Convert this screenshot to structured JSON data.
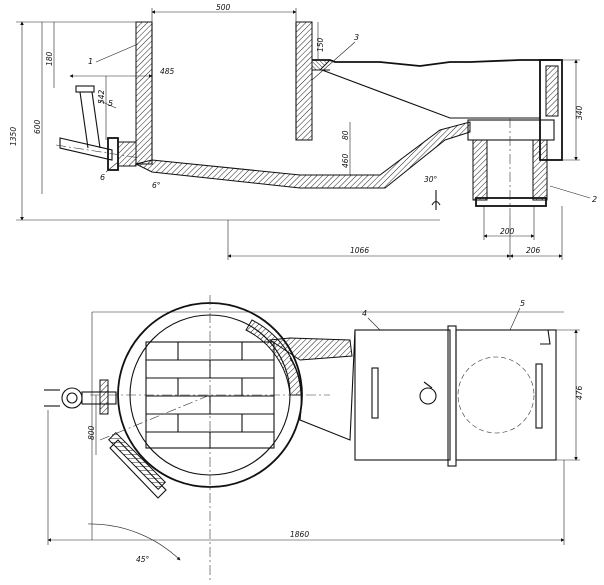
{
  "top_view": {
    "dims": {
      "d_500": "500",
      "d_150": "150",
      "d_180": "180",
      "d_485": "485",
      "d_542": "542",
      "d_600": "600",
      "d_1350": "1350",
      "d_80": "80",
      "d_460": "460",
      "d_340": "340",
      "d_6": "6°",
      "d_30": "30°",
      "d_200": "200",
      "d_1066": "1066",
      "d_206": "206"
    },
    "labels": {
      "l1": "1",
      "l2": "2",
      "l3": "3",
      "l5": "5",
      "l6": "6"
    }
  },
  "plan_view": {
    "dims": {
      "d_800": "800",
      "d_476": "476",
      "d_1860": "1860",
      "d_45": "45°"
    },
    "labels": {
      "l4": "4",
      "l5": "5"
    }
  }
}
